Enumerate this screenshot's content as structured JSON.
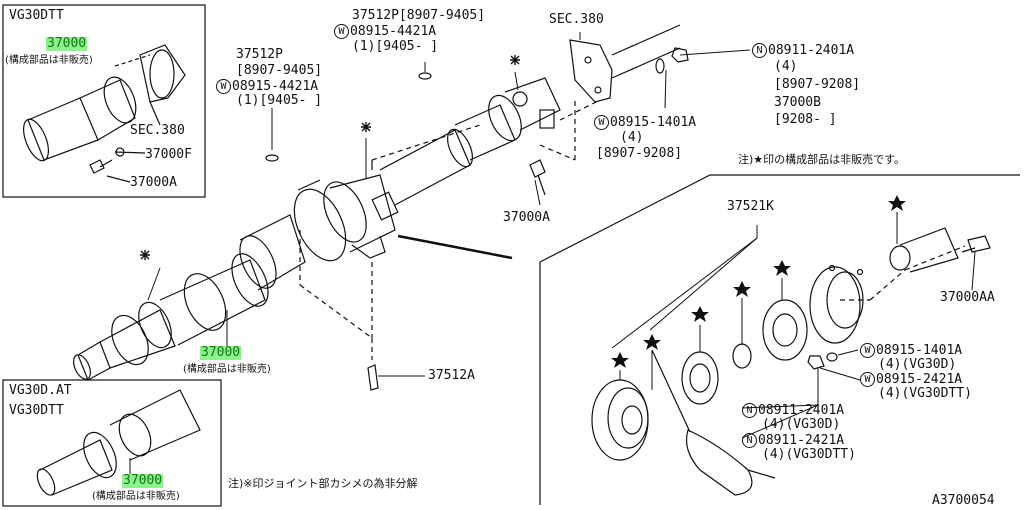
{
  "inset_top": {
    "title": "VG30DTT",
    "part": "37000",
    "note": "(構成部品は非販売)",
    "sec": "SEC.380",
    "f": "37000F",
    "a": "37000A"
  },
  "inset_bottom": {
    "title1": "VG30D.AT",
    "title2": "VG30DTT",
    "part": "37000",
    "note": "(構成部品は非販売)"
  },
  "main": {
    "p37512p_top": "37512P[8907-9405]",
    "w_top": "08915-4421A",
    "w_top_range": "(1)[9405-    ]",
    "sec380": "SEC.380",
    "n_top": "08911-2401A",
    "n_top_qty": "(4)",
    "n_top_range": "[8907-9208]",
    "b37000": "37000B",
    "b37000_range": "[9208-    ]",
    "p37512p_left": "37512P",
    "p37512p_left_range": "[8907-9405]",
    "w_left": "08915-4421A",
    "w_left_range": "(1)[9405-    ]",
    "w_mid": "08915-1401A",
    "w_mid_qty": "(4)",
    "w_mid_range": "[8907-9208]",
    "a37000": "37000A",
    "part37000": "37000",
    "part37000_note": "(構成部品は非販売)",
    "a37512": "37512A",
    "bottom_note": "注)※印ジョイント部カシメの為非分解"
  },
  "detail": {
    "note": "注)★印の構成部品は非販売です。",
    "k37521": "37521K",
    "aa37000": "37000AA",
    "w1": "08915-1401A",
    "w1_sub": "(4)(VG30D)",
    "w2": "08915-2421A",
    "w2_sub": "(4)(VG30DTT)",
    "n1": "08911-2401A",
    "n1_sub": "(4)(VG30D)",
    "n2": "08911-2421A",
    "n2_sub": "(4)(VG30DTT)",
    "code": "A3700054"
  },
  "symbols": {
    "w": "W",
    "n": "N"
  }
}
